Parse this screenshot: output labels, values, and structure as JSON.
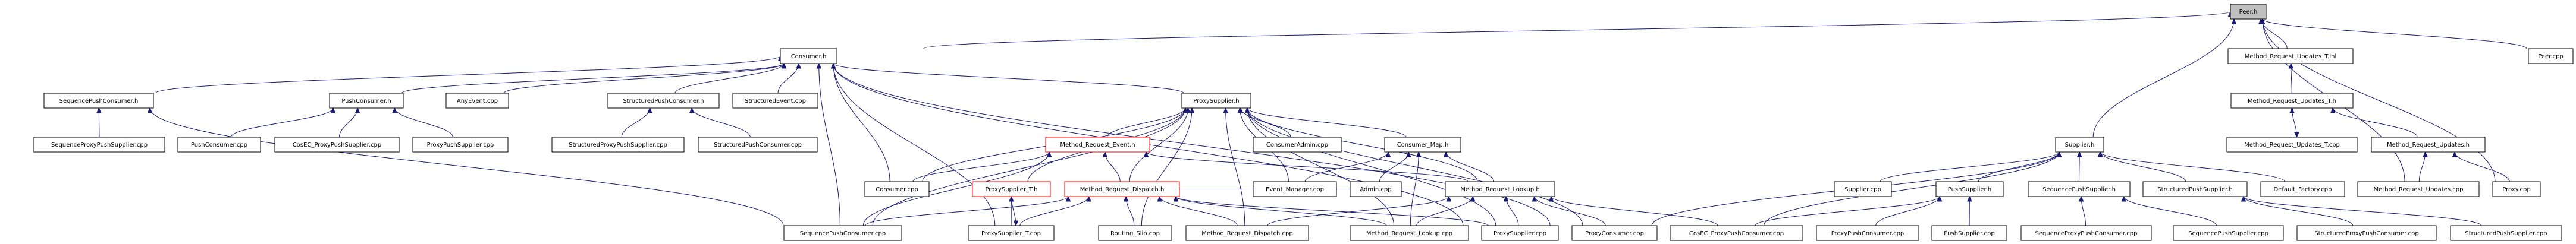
{
  "graph": {
    "title": "Peer.h include dependency graph (included by)",
    "colors": {
      "edge": "#191970",
      "root_fill": "#bfbfbf",
      "truncated_border": "#ff0000",
      "node_border": "#000000"
    },
    "nodes": [
      {
        "id": "peer_h",
        "label": "Peer.h",
        "root": true
      },
      {
        "id": "consumer_h",
        "label": "Consumer.h"
      },
      {
        "id": "mru_t_inl",
        "label": "Method_Request_Updates_T.inl"
      },
      {
        "id": "peer_cpp",
        "label": "Peer.cpp"
      },
      {
        "id": "seq_push_consumer_h",
        "label": "SequencePushConsumer.h"
      },
      {
        "id": "push_consumer_h",
        "label": "PushConsumer.h"
      },
      {
        "id": "any_event_cpp",
        "label": "AnyEvent.cpp"
      },
      {
        "id": "struct_push_consumer_h",
        "label": "StructuredPushConsumer.h"
      },
      {
        "id": "struct_event_cpp",
        "label": "StructuredEvent.cpp"
      },
      {
        "id": "proxy_supplier_h",
        "label": "ProxySupplier.h"
      },
      {
        "id": "mru_t_h",
        "label": "Method_Request_Updates_T.h"
      },
      {
        "id": "seq_proxy_push_supplier_cpp",
        "label": "SequenceProxyPushSupplier.cpp"
      },
      {
        "id": "push_consumer_cpp",
        "label": "PushConsumer.cpp"
      },
      {
        "id": "cosec_proxy_push_supplier_cpp",
        "label": "CosEC_ProxyPushSupplier.cpp"
      },
      {
        "id": "proxy_push_supplier_cpp",
        "label": "ProxyPushSupplier.cpp"
      },
      {
        "id": "struct_proxy_push_supplier_cpp",
        "label": "StructuredProxyPushSupplier.cpp"
      },
      {
        "id": "struct_push_consumer_cpp",
        "label": "StructuredPushConsumer.cpp"
      },
      {
        "id": "mre_h",
        "label": "Method_Request_Event.h",
        "truncated": true
      },
      {
        "id": "consumer_admin_cpp",
        "label": "ConsumerAdmin.cpp"
      },
      {
        "id": "consumer_map_h",
        "label": "Consumer_Map.h"
      },
      {
        "id": "supplier_h",
        "label": "Supplier.h"
      },
      {
        "id": "mru_t_cpp",
        "label": "Method_Request_Updates_T.cpp"
      },
      {
        "id": "mru_h",
        "label": "Method_Request_Updates.h"
      },
      {
        "id": "consumer_cpp",
        "label": "Consumer.cpp"
      },
      {
        "id": "proxy_supplier_t_h",
        "label": "ProxySupplier_T.h",
        "truncated": true
      },
      {
        "id": "mrd_h",
        "label": "Method_Request_Dispatch.h",
        "truncated": true
      },
      {
        "id": "event_manager_cpp",
        "label": "Event_Manager.cpp"
      },
      {
        "id": "admin_cpp",
        "label": "Admin.cpp"
      },
      {
        "id": "mrl_h",
        "label": "Method_Request_Lookup.h"
      },
      {
        "id": "supplier_cpp",
        "label": "Supplier.cpp"
      },
      {
        "id": "push_supplier_h",
        "label": "PushSupplier.h"
      },
      {
        "id": "seq_push_supplier_h",
        "label": "SequencePushSupplier.h"
      },
      {
        "id": "struct_push_supplier_h",
        "label": "StructuredPushSupplier.h"
      },
      {
        "id": "default_factory_cpp",
        "label": "Default_Factory.cpp"
      },
      {
        "id": "mru_cpp",
        "label": "Method_Request_Updates.cpp"
      },
      {
        "id": "proxy_cpp",
        "label": "Proxy.cpp"
      },
      {
        "id": "seq_push_consumer_cpp",
        "label": "SequencePushConsumer.cpp"
      },
      {
        "id": "proxy_supplier_t_cpp",
        "label": "ProxySupplier_T.cpp"
      },
      {
        "id": "routing_slip_cpp",
        "label": "Routing_Slip.cpp"
      },
      {
        "id": "mrd_cpp",
        "label": "Method_Request_Dispatch.cpp"
      },
      {
        "id": "mrl_cpp",
        "label": "Method_Request_Lookup.cpp"
      },
      {
        "id": "proxy_supplier_cpp",
        "label": "ProxySupplier.cpp"
      },
      {
        "id": "proxy_consumer_cpp",
        "label": "ProxyConsumer.cpp"
      },
      {
        "id": "cosec_proxy_push_consumer_cpp",
        "label": "CosEC_ProxyPushConsumer.cpp"
      },
      {
        "id": "proxy_push_consumer_cpp",
        "label": "ProxyPushConsumer.cpp"
      },
      {
        "id": "push_supplier_cpp",
        "label": "PushSupplier.cpp"
      },
      {
        "id": "seq_proxy_push_consumer_cpp",
        "label": "SequenceProxyPushConsumer.cpp"
      },
      {
        "id": "seq_push_supplier_cpp",
        "label": "SequencePushSupplier.cpp"
      },
      {
        "id": "struct_proxy_push_consumer_cpp",
        "label": "StructuredProxyPushConsumer.cpp"
      },
      {
        "id": "struct_push_supplier_cpp",
        "label": "StructuredPushSupplier.cpp"
      }
    ],
    "edges": [
      [
        "consumer_h",
        "peer_h"
      ],
      [
        "supplier_h",
        "peer_h"
      ],
      [
        "mru_t_inl",
        "peer_h"
      ],
      [
        "peer_cpp",
        "peer_h"
      ],
      [
        "proxy_cpp",
        "peer_h"
      ],
      [
        "mru_cpp",
        "peer_h"
      ],
      [
        "mru_t_h",
        "mru_t_inl"
      ],
      [
        "mru_t_cpp",
        "mru_t_h"
      ],
      [
        "mru_t_h",
        "mru_t_cpp"
      ],
      [
        "mru_h",
        "mru_t_h"
      ],
      [
        "mru_cpp",
        "mru_h"
      ],
      [
        "proxy_cpp",
        "mru_h"
      ],
      [
        "seq_push_consumer_h",
        "consumer_h"
      ],
      [
        "push_consumer_h",
        "consumer_h"
      ],
      [
        "any_event_cpp",
        "consumer_h"
      ],
      [
        "struct_push_consumer_h",
        "consumer_h"
      ],
      [
        "struct_event_cpp",
        "consumer_h"
      ],
      [
        "proxy_supplier_h",
        "consumer_h"
      ],
      [
        "consumer_cpp",
        "consumer_h"
      ],
      [
        "seq_push_consumer_cpp",
        "consumer_h"
      ],
      [
        "proxy_supplier_t_cpp",
        "consumer_h"
      ],
      [
        "proxy_supplier_cpp",
        "consumer_h"
      ],
      [
        "proxy_consumer_cpp",
        "consumer_h"
      ],
      [
        "seq_proxy_push_supplier_cpp",
        "seq_push_consumer_h"
      ],
      [
        "seq_push_consumer_cpp",
        "seq_push_consumer_h"
      ],
      [
        "push_consumer_cpp",
        "push_consumer_h"
      ],
      [
        "cosec_proxy_push_supplier_cpp",
        "push_consumer_h"
      ],
      [
        "proxy_push_supplier_cpp",
        "push_consumer_h"
      ],
      [
        "struct_proxy_push_supplier_cpp",
        "struct_push_consumer_h"
      ],
      [
        "struct_push_consumer_cpp",
        "struct_push_consumer_h"
      ],
      [
        "mre_h",
        "proxy_supplier_h"
      ],
      [
        "consumer_admin_cpp",
        "proxy_supplier_h"
      ],
      [
        "consumer_map_h",
        "proxy_supplier_h"
      ],
      [
        "consumer_cpp",
        "proxy_supplier_h"
      ],
      [
        "proxy_supplier_t_h",
        "proxy_supplier_h"
      ],
      [
        "mrd_h",
        "proxy_supplier_h"
      ],
      [
        "event_manager_cpp",
        "proxy_supplier_h"
      ],
      [
        "mrl_h",
        "proxy_supplier_h"
      ],
      [
        "seq_push_consumer_cpp",
        "proxy_supplier_h"
      ],
      [
        "routing_slip_cpp",
        "proxy_supplier_h"
      ],
      [
        "mrd_cpp",
        "proxy_supplier_h"
      ],
      [
        "mrl_cpp",
        "proxy_supplier_h"
      ],
      [
        "proxy_supplier_cpp",
        "proxy_supplier_h"
      ],
      [
        "proxy_consumer_cpp",
        "proxy_supplier_h"
      ],
      [
        "consumer_cpp",
        "mre_h"
      ],
      [
        "seq_push_consumer_cpp",
        "mre_h"
      ],
      [
        "mrd_h",
        "mre_h"
      ],
      [
        "mrl_h",
        "mre_h"
      ],
      [
        "proxy_supplier_t_cpp",
        "proxy_supplier_t_h"
      ],
      [
        "proxy_supplier_t_h",
        "proxy_supplier_t_cpp"
      ],
      [
        "seq_push_consumer_cpp",
        "mrd_h"
      ],
      [
        "proxy_supplier_t_cpp",
        "mrd_h"
      ],
      [
        "routing_slip_cpp",
        "mrd_h"
      ],
      [
        "mrd_cpp",
        "mrd_h"
      ],
      [
        "mrl_h",
        "mrd_h"
      ],
      [
        "mrl_cpp",
        "mrd_h"
      ],
      [
        "proxy_supplier_cpp",
        "mrd_h"
      ],
      [
        "event_manager_cpp",
        "consumer_map_h"
      ],
      [
        "admin_cpp",
        "consumer_map_h"
      ],
      [
        "mrl_cpp",
        "consumer_map_h"
      ],
      [
        "mrl_h",
        "consumer_map_h"
      ],
      [
        "mrd_cpp",
        "mrl_h"
      ],
      [
        "mrl_cpp",
        "mrl_h"
      ],
      [
        "proxy_supplier_cpp",
        "mrl_h"
      ],
      [
        "proxy_consumer_cpp",
        "mrl_h"
      ],
      [
        "cosec_proxy_push_consumer_cpp",
        "mrl_h"
      ],
      [
        "supplier_cpp",
        "supplier_h"
      ],
      [
        "push_supplier_h",
        "supplier_h"
      ],
      [
        "seq_push_supplier_h",
        "supplier_h"
      ],
      [
        "struct_push_supplier_h",
        "supplier_h"
      ],
      [
        "default_factory_cpp",
        "supplier_h"
      ],
      [
        "cosec_proxy_push_consumer_cpp",
        "supplier_h"
      ],
      [
        "proxy_consumer_cpp",
        "supplier_h"
      ],
      [
        "proxy_push_consumer_cpp",
        "push_supplier_h"
      ],
      [
        "push_supplier_cpp",
        "push_supplier_h"
      ],
      [
        "cosec_proxy_push_consumer_cpp",
        "push_supplier_h"
      ],
      [
        "seq_proxy_push_consumer_cpp",
        "seq_push_supplier_h"
      ],
      [
        "seq_push_supplier_cpp",
        "seq_push_supplier_h"
      ],
      [
        "struct_proxy_push_consumer_cpp",
        "struct_push_supplier_h"
      ],
      [
        "struct_push_supplier_cpp",
        "struct_push_supplier_h"
      ]
    ]
  }
}
